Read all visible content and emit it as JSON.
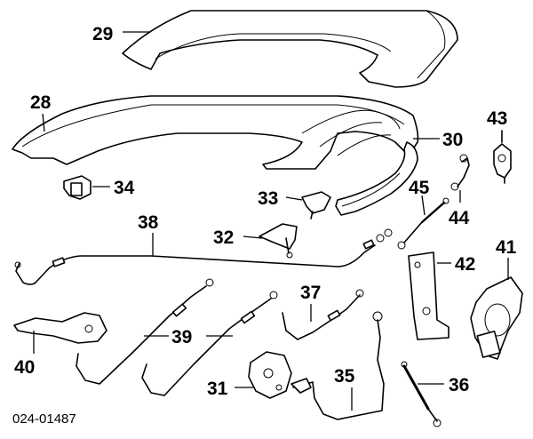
{
  "diagram": {
    "code": "024-01487",
    "callouts": [
      {
        "id": "29",
        "label": "29"
      },
      {
        "id": "28",
        "label": "28"
      },
      {
        "id": "30",
        "label": "30"
      },
      {
        "id": "43",
        "label": "43"
      },
      {
        "id": "34",
        "label": "34"
      },
      {
        "id": "33",
        "label": "33"
      },
      {
        "id": "45",
        "label": "45"
      },
      {
        "id": "44",
        "label": "44"
      },
      {
        "id": "38",
        "label": "38"
      },
      {
        "id": "32",
        "label": "32"
      },
      {
        "id": "41",
        "label": "41"
      },
      {
        "id": "42",
        "label": "42"
      },
      {
        "id": "37",
        "label": "37"
      },
      {
        "id": "39",
        "label": "39"
      },
      {
        "id": "40",
        "label": "40"
      },
      {
        "id": "31",
        "label": "31"
      },
      {
        "id": "35",
        "label": "35"
      },
      {
        "id": "36",
        "label": "36"
      }
    ]
  }
}
